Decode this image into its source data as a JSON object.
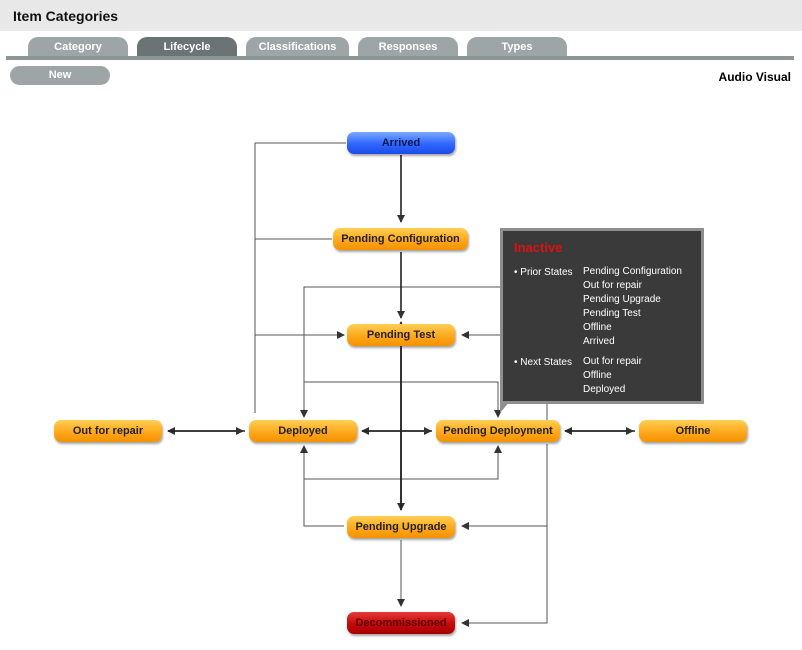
{
  "header": {
    "title": "Item Categories"
  },
  "tabs": [
    {
      "label": "Category"
    },
    {
      "label": "Lifecycle"
    },
    {
      "label": "Classifications"
    },
    {
      "label": "Responses"
    },
    {
      "label": "Types"
    }
  ],
  "toolbar": {
    "new_label": "New",
    "category_name": "Audio Visual"
  },
  "nodes": {
    "arrived": "Arrived",
    "pending_configuration": "Pending Configuration",
    "pending_test": "Pending Test",
    "out_for_repair": "Out for repair",
    "deployed": "Deployed",
    "pending_deployment": "Pending Deployment",
    "offline": "Offline",
    "pending_upgrade": "Pending Upgrade",
    "decommissioned": "Decommissioned"
  },
  "tooltip": {
    "title": "Inactive",
    "prior_label": "• Prior States",
    "prior_states": [
      "Pending Configuration",
      "Out for repair",
      "Pending Upgrade",
      "Pending Test",
      "Offline",
      "Arrived"
    ],
    "next_label": "• Next States",
    "next_states": [
      "Out for repair",
      "Offline",
      "Deployed"
    ]
  },
  "colors": {
    "orange": "#ffa81c",
    "blue": "#2f66ff",
    "red": "#c40808",
    "tab_active": "#6b7375",
    "tab": "#9ea5a7"
  }
}
